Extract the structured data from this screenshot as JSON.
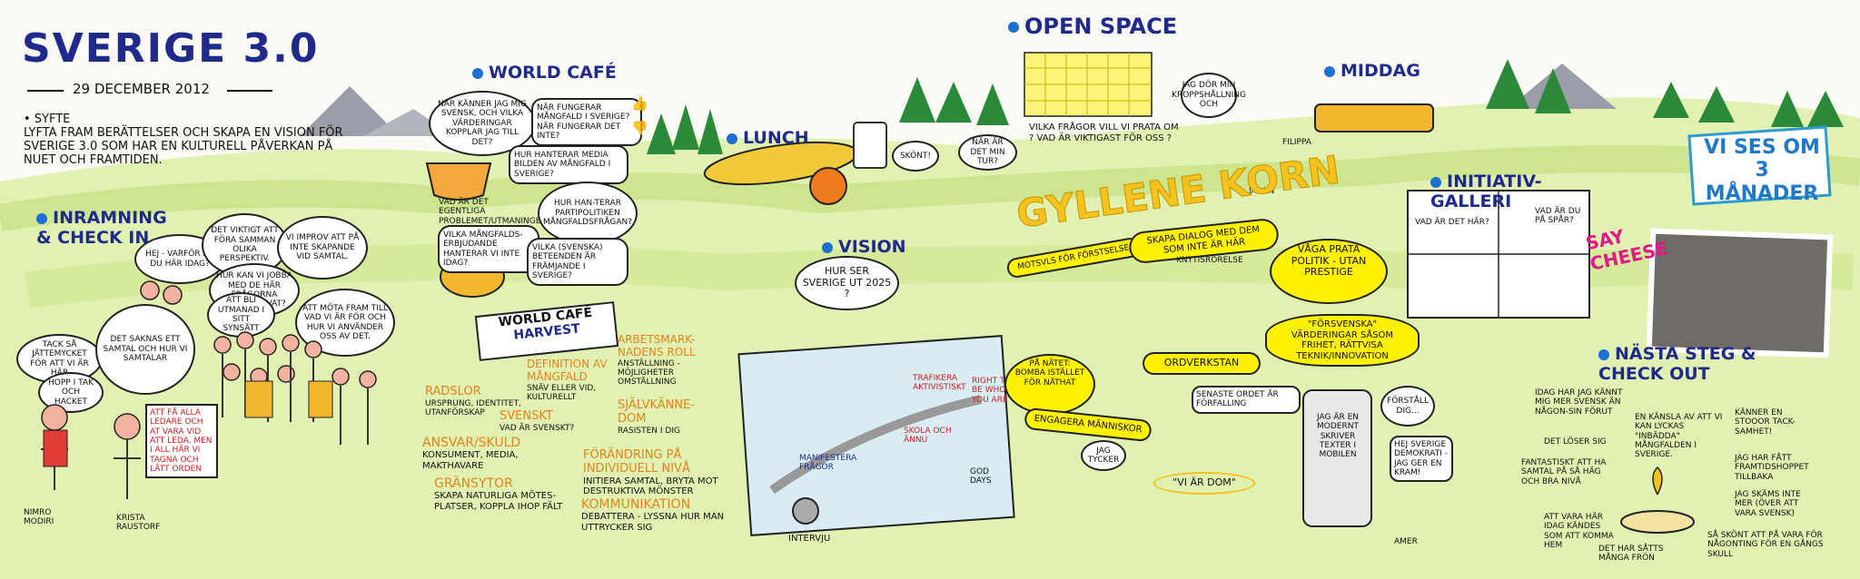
{
  "title": "SVERIGE 3.0",
  "date": "29 DECEMBER 2012",
  "syfte": {
    "label": "• SYFTE",
    "text": "LYFTA FRAM BERÄTTELSER OCH SKAPA EN VISION FÖR SVERIGE 3.0 SOM HAR EN KULTURELL PÅVERKAN PÅ NUET OCH FRAMTIDEN."
  },
  "sections": {
    "inramning": "INRAMNING & CHECK IN",
    "world_cafe": "WORLD CAFÉ",
    "lunch": "LUNCH",
    "vision": "VISION",
    "open_space": "OPEN SPACE",
    "middag": "MIDDAG",
    "initiativ": "INITIATIV-GALLERI",
    "nasta": "NÄSTA STEG & CHECK OUT"
  },
  "checkin_bubbles": [
    "HEJ - VARFÖR ÄR DU HÄR IDAG?",
    "DET VIKTIGT ATT FÖRA SAMMAN OLIKA PERSPEKTIV.",
    "VI IMPROV ATT PÅ INTE SKAPANDE VID SAMTAL.",
    "TACK SÅ JÄTTEMYCKET FÖR ATT VI ÄR HÄR",
    "DET SAKNAS ETT SAMTAL OCH HUR VI SAMTALAR",
    "HUR KAN VI JOBBA MED DE HÄR FRÅGORNA OCKSÅ PRIVAT?",
    "ATT BLI UTMANAD I SITT SYNSÄTT",
    "ATT MÖTA FRAM TILL VAD VI ÄR FÖR OCH HUR VI ANVÄNDER OSS AV DET.",
    "HOPP I TAK OCH HACKET"
  ],
  "checkin_note": "ATT FÅ ALLA LEDARE OCH AT VARA VID ATT LEDA. MEN I ALL HÄR VI TAGNA OCH LÄTT ORDEN",
  "checkin_names": [
    "NIMRO MODIRI",
    "KRISTA RAUSTORF"
  ],
  "world_cafe_questions": [
    "NÄR KÄNNER JAG MIG SVENSK, OCH VILKA VÄRDERINGAR KOPPLAR JAG TILL DET?",
    "NÄR FUNGERAR MÅNGFALD I SVERIGE? NÄR FUNGERAR DET INTE?",
    "HUR HANTERAR MEDIA BILDEN AV MÅNGFALD I SVERIGE?",
    "VAD ÄR DET EGENTLIGA PROBLEMET/UTMANINGEN?",
    "VILKA MÅNGFALDS-ERBJUDANDE HANTERAR VI INTE IDAG?",
    "HUR HAN-TERAR PARTIPOLITIKEN MÅNGFALDSFRÅGAN?",
    "VILKA (SVENSKA) BETEENDEN ÄR FRÄMJANDE I SVERIGE?"
  ],
  "harvest": {
    "banner_top": "WORLD CAFÉ",
    "banner_bottom": "HARVEST",
    "items": [
      {
        "head": "DEFINITION AV MÅNGFALD",
        "sub": "SNÄV ELLER VID, KULTURELLT"
      },
      {
        "head": "ARBETSMARK-NADENS ROLL",
        "sub": "ANSTÄLLNING - MÖJLIGHETER OMSTÄLLNING"
      },
      {
        "head": "RADSLOR",
        "sub": "URSPRUNG, IDENTITET, UTANFÖRSKAP"
      },
      {
        "head": "SVENSKT",
        "sub": "VAD ÄR SVENSKT?"
      },
      {
        "head": "SJÄLVKÄNNE-DOM",
        "sub": "RASISTEN I DIG"
      },
      {
        "head": "ANSVAR/SKULD",
        "sub": "KONSUMENT, MEDIA, MAKTHAVARE"
      },
      {
        "head": "FÖRÄNDRING PÅ INDIVIDUELL NIVÅ",
        "sub": "INITIERA SAMTAL, BRYTA MOT DESTRUKTIVA MÖNSTER"
      },
      {
        "head": "GRÄNSYTOR",
        "sub": "SKAPA NATURLIGA MÖTES-PLATSER, KOPPLA IHOP FÄLT"
      },
      {
        "head": "KOMMUNIKATION",
        "sub": "DEBATTERA - LYSSNA HUR MAN UTTRYCKER SIG"
      }
    ]
  },
  "lunch_bubbles": [
    "SKÖNT!",
    "NÄR ÄR DET MIN TUR?"
  ],
  "vision_question": "HUR SER SVERIGE UT 2025 ?",
  "vision_labels": [
    "TRAFIKERA AKTIVISTISKT",
    "RIGHT TO BE WHO YOU ARE",
    "MANIFESTERA FRÅGOR",
    "SKOLA OCH ÄNNU",
    "GOD DAYS"
  ],
  "interview_label": "INTERVJU",
  "open_space": {
    "question": "VILKA FRÅGOR VILL VI PRATA OM ? VAD ÄR VIKTIGAST FÖR OSS ?",
    "bubble": "JAG DÖR MIN KROPPSHÅLLNING OCH",
    "names": [
      "JASON",
      "FILIPPA"
    ],
    "gyllene": "GYLLENE KORN",
    "topics": [
      "MOTSVLS FÖR FÖRSTSELSE",
      "SKAPA DIALOG MED DEM SOM INTE ÄR HÄR",
      "VÅGA PRATA POLITIK - UTAN PRESTIGE",
      "\"FÖRSVENSKA\" VÄRDERINGAR SÅSOM FRIHET, RÄTTVISA TEKNIK/INNOVATION",
      "PÅ NÄTET: BOMBA ISTÄLLET FÖR NÄTHAT",
      "ORDVERKSTAN",
      "ENGAGERA MÄNNISKOR",
      "\"VI ÄR DOM\"",
      "JAG TYCKER"
    ],
    "ordverkstan_note": "SENASTE ORDET ÄR FÖRFALLING",
    "knytis": "KNYTISRÖRELSE"
  },
  "mobile": {
    "bubble": "FÖRSTÅLL DIG...",
    "phone": "JAG ÄR EN MODERNT SKRIVER TEXTER I MOBILEN",
    "note": "HEJ SVERIGE DEMOKRATI - JAG GER EN KRAM!",
    "name": "AMER"
  },
  "gallery_notes": [
    "VAD ÄR DET HÄR?",
    "VAD ÄR DU PÅ SPÅR?"
  ],
  "vi_ses": "VI SES OM 3 MÅNADER",
  "say_cheese": "SAY CHEESE",
  "nasta_items": [
    "IDAG HAR JAG KÄNNT MIG MER SVENSK ÄN NÅGON-SIN FÖRUT",
    "DET LÖSER SIG",
    "FANTASTISKT ATT HA SAMTAL PÅ SÅ HÄG OCH BRA NIVÅ",
    "EN KÄNSLA AV ATT VI KAN LYCKAS \"INBÄDDA\" MÅNGFALDEN I SVERIGE.",
    "KÄNNER EN STOOOR TACK-SAMHET!",
    "JAG HAR FÅTT FRAMTIDSHOPPET TILLBAKA",
    "JAG SKÄMS INTE MER (ÖVER ATT VARA SVENSK)",
    "ATT VARA HÄR IDAG KÄNDES SOM ATT KOMMA HEM",
    "DET HAR SÅTTS MÅNGA FRÖN",
    "SÅ SKÖNT ATT PÅ VARA FÖR NÅGONTING FÖR EN GÅNGS SKULL"
  ]
}
